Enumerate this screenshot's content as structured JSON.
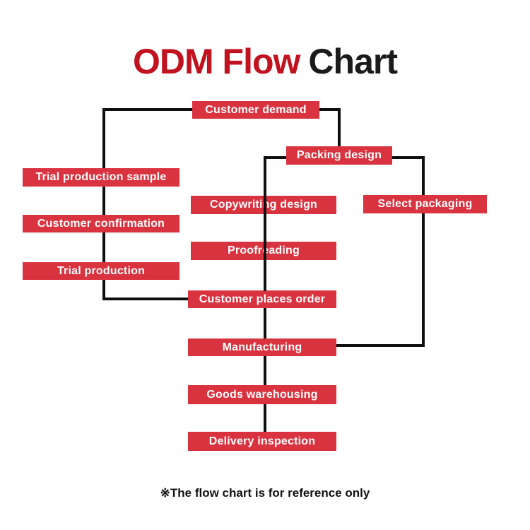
{
  "title": {
    "highlight": "ODM Flow",
    "rest": "Chart"
  },
  "footer": {
    "note": "※The flow chart is for reference only"
  },
  "colors": {
    "node_red": "#da3340",
    "title_red": "#c0121f",
    "title_black": "#1a1a1a",
    "line_black": "#0f0f0f",
    "node_text": "#ffffff",
    "background": "#ffffff"
  },
  "nodes": {
    "customer_demand": {
      "label": "Customer demand"
    },
    "packing_design": {
      "label": "Packing design"
    },
    "trial_production_sample": {
      "label": "Trial production sample"
    },
    "copywriting_design": {
      "label": "Copywriting design"
    },
    "select_packaging": {
      "label": "Select packaging"
    },
    "customer_confirmation": {
      "label": "Customer confirmation"
    },
    "proofreading": {
      "label": "Proofreading"
    },
    "trial_production": {
      "label": "Trial production"
    },
    "customer_places_order": {
      "label": "Customer places order"
    },
    "manufacturing": {
      "label": "Manufacturing"
    },
    "goods_warehousing": {
      "label": "Goods warehousing"
    },
    "delivery_inspection": {
      "label": "Delivery inspection"
    }
  },
  "edges": [
    {
      "from": "customer_demand",
      "to": "trial_production_sample"
    },
    {
      "from": "trial_production_sample",
      "to": "customer_confirmation"
    },
    {
      "from": "customer_confirmation",
      "to": "trial_production"
    },
    {
      "from": "trial_production",
      "to": "customer_places_order"
    },
    {
      "from": "customer_demand",
      "to": "packing_design"
    },
    {
      "from": "packing_design",
      "to": "copywriting_design"
    },
    {
      "from": "copywriting_design",
      "to": "proofreading"
    },
    {
      "from": "proofreading",
      "to": "customer_places_order"
    },
    {
      "from": "packing_design",
      "to": "select_packaging"
    },
    {
      "from": "select_packaging",
      "to": "manufacturing"
    },
    {
      "from": "customer_places_order",
      "to": "manufacturing"
    },
    {
      "from": "manufacturing",
      "to": "goods_warehousing"
    },
    {
      "from": "goods_warehousing",
      "to": "delivery_inspection"
    }
  ]
}
